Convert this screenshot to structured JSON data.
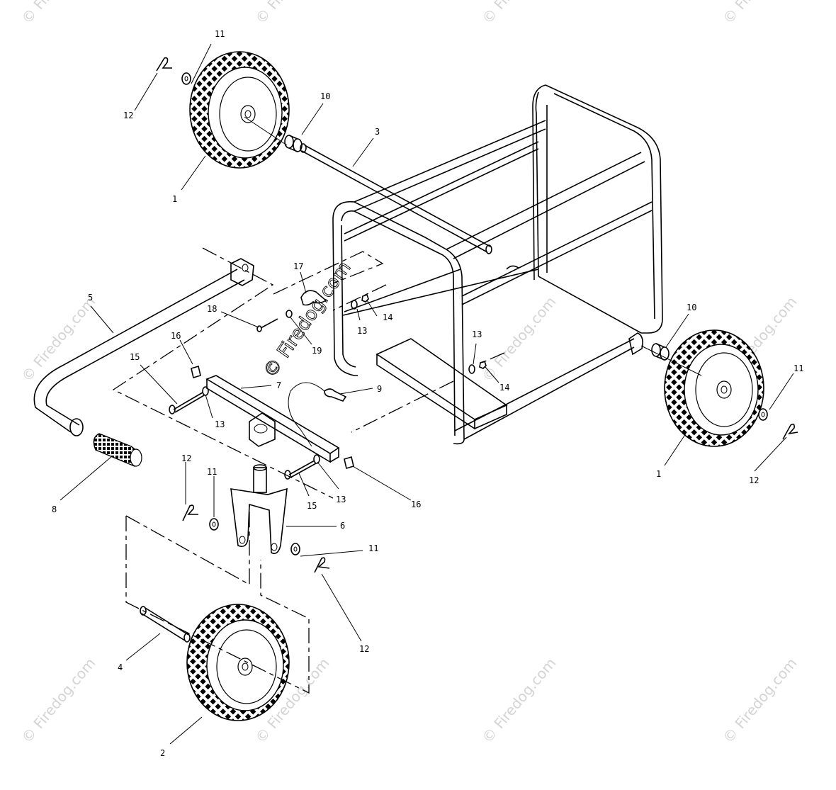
{
  "callouts": [
    {
      "n": "1"
    },
    {
      "n": "1"
    },
    {
      "n": "2"
    },
    {
      "n": "3"
    },
    {
      "n": "4"
    },
    {
      "n": "5"
    },
    {
      "n": "6"
    },
    {
      "n": "7"
    },
    {
      "n": "8"
    },
    {
      "n": "9"
    },
    {
      "n": "10"
    },
    {
      "n": "10"
    },
    {
      "n": "11"
    },
    {
      "n": "11"
    },
    {
      "n": "11"
    },
    {
      "n": "11"
    },
    {
      "n": "12"
    },
    {
      "n": "12"
    },
    {
      "n": "12"
    },
    {
      "n": "12"
    },
    {
      "n": "13"
    },
    {
      "n": "13"
    },
    {
      "n": "13"
    },
    {
      "n": "13"
    },
    {
      "n": "14"
    },
    {
      "n": "14"
    },
    {
      "n": "15"
    },
    {
      "n": "15"
    },
    {
      "n": "16"
    },
    {
      "n": "16"
    },
    {
      "n": "17"
    },
    {
      "n": "18"
    },
    {
      "n": "19"
    }
  ],
  "watermarks": {
    "corner": "© Firedog.com",
    "center": "© Firedog.com"
  }
}
